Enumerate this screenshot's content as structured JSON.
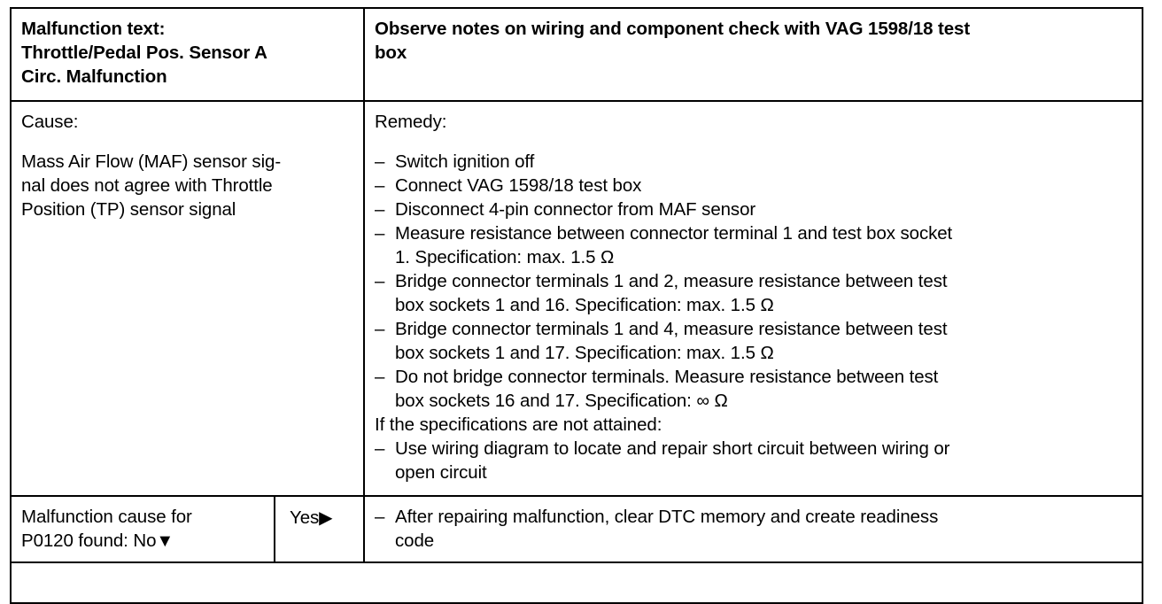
{
  "table": {
    "header": {
      "malfunction_label": "Malfunction text:",
      "malfunction_line2": "Throttle/Pedal Pos. Sensor A",
      "malfunction_line3": "Circ. Malfunction",
      "note_line1": "Observe notes on wiring and component check with VAG 1598/18 test",
      "note_line2": "box"
    },
    "cause": {
      "label": "Cause:",
      "line1": "Mass Air Flow (MAF) sensor sig-",
      "line2": "nal does not agree with Throttle",
      "line3": "Position (TP) sensor signal"
    },
    "remedy": {
      "label": "Remedy:",
      "dash": "–",
      "items": [
        {
          "text": "Switch ignition off",
          "cont": ""
        },
        {
          "text": "Connect VAG 1598/18 test box",
          "cont": ""
        },
        {
          "text": "Disconnect 4-pin connector from MAF sensor",
          "cont": ""
        },
        {
          "text": "Measure resistance between connector terminal 1 and test box socket",
          "cont": "1.  Specification: max. 1.5 Ω"
        },
        {
          "text": "Bridge connector terminals 1 and 2, measure resistance between test",
          "cont": "box sockets 1 and 16.  Specification: max. 1.5 Ω"
        },
        {
          "text": "Bridge connector terminals 1 and 4, measure resistance between test",
          "cont": "box sockets 1 and 17.  Specification: max. 1.5 Ω"
        },
        {
          "text": "Do not bridge connector terminals.  Measure resistance between test",
          "cont": "box sockets 16 and 17.  Specification: ∞ Ω"
        }
      ],
      "condition": "If the specifications are not attained:",
      "final_item": {
        "text": "Use wiring diagram to locate and repair short circuit between wiring or",
        "cont": "open circuit"
      }
    },
    "decision": {
      "question_line1": "Malfunction cause for",
      "question_line2": "P0120 found: No",
      "no_arrow": "▼",
      "yes_label": "Yes",
      "yes_arrow": "▶",
      "action_dash": "–",
      "action_line1": "After repairing malfunction, clear DTC memory and create readiness",
      "action_line2": "code"
    }
  },
  "colors": {
    "border": "#000000",
    "text": "#000000",
    "background": "#ffffff"
  }
}
